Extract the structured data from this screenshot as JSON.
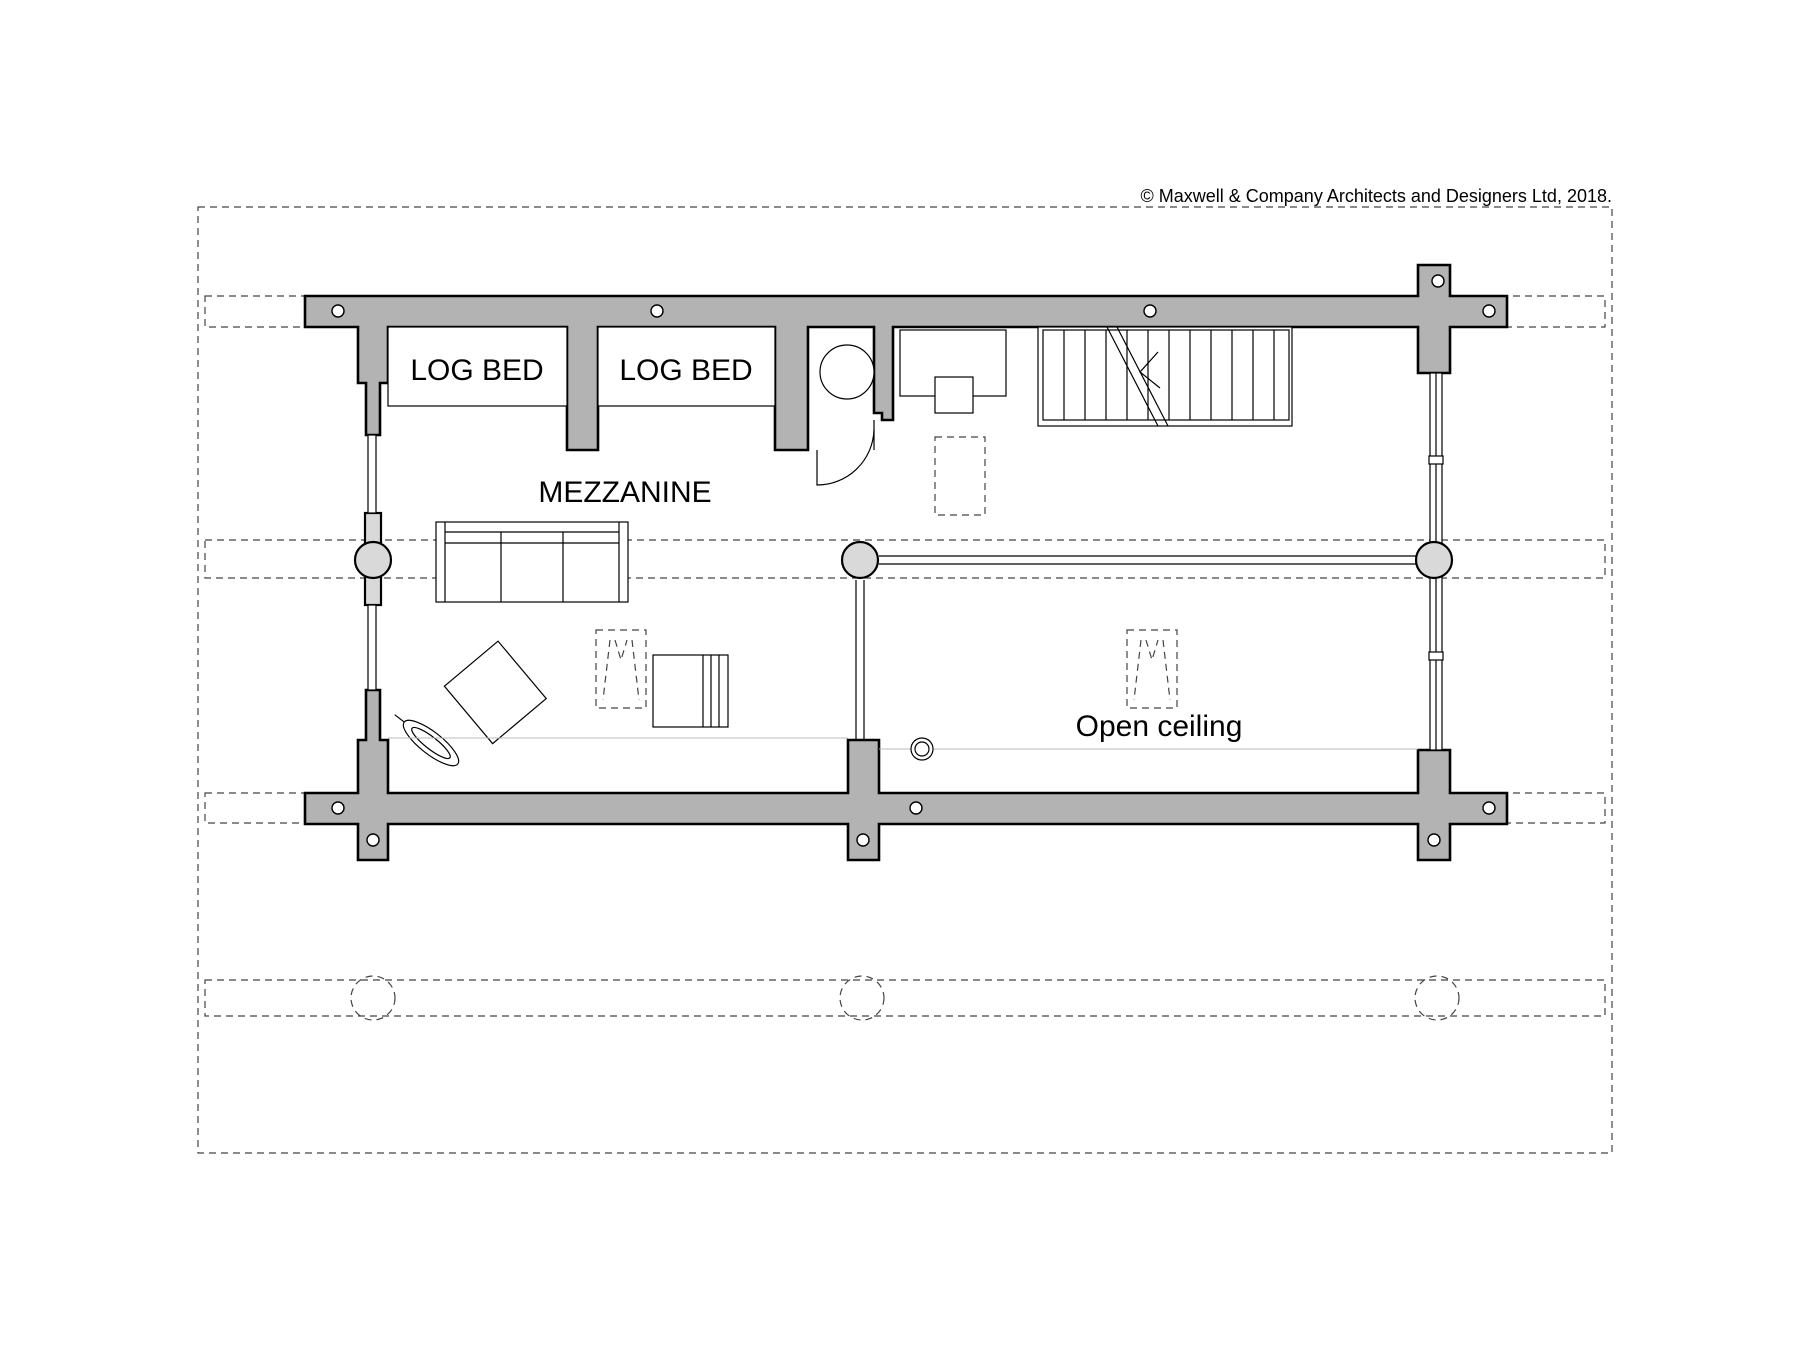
{
  "copyright": "© Maxwell & Company Architects and Designers Ltd, 2018.",
  "labels": {
    "log_bed_1": "LOG BED",
    "log_bed_2": "LOG BED",
    "mezzanine": "MEZZANINE",
    "open_ceiling": "Open ceiling"
  },
  "colors": {
    "wall_fill": "#b3b3b3",
    "line": "#000000",
    "background": "#ffffff"
  }
}
